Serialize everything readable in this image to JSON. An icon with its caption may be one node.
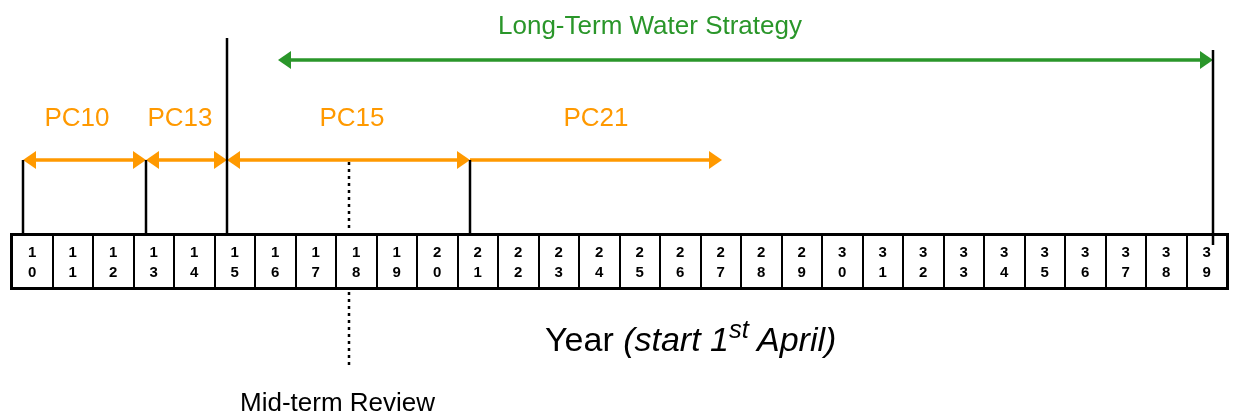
{
  "diagram": {
    "labels": [
      "Long-Term Water Strategy",
      "PC10",
      "PC13",
      "PC15",
      "PC21",
      "10",
      "11",
      "12",
      "13",
      "14",
      "15",
      "16",
      "17",
      "18",
      "19",
      "20",
      "21",
      "22",
      "23",
      "24",
      "25",
      "26",
      "27",
      "28",
      "29",
      "30",
      "31",
      "32",
      "33",
      "34",
      "35",
      "36",
      "37",
      "38",
      "39",
      "Year *(start 1$^{st}$ April)*",
      "Mid-term Review"
    ]
  }
}
